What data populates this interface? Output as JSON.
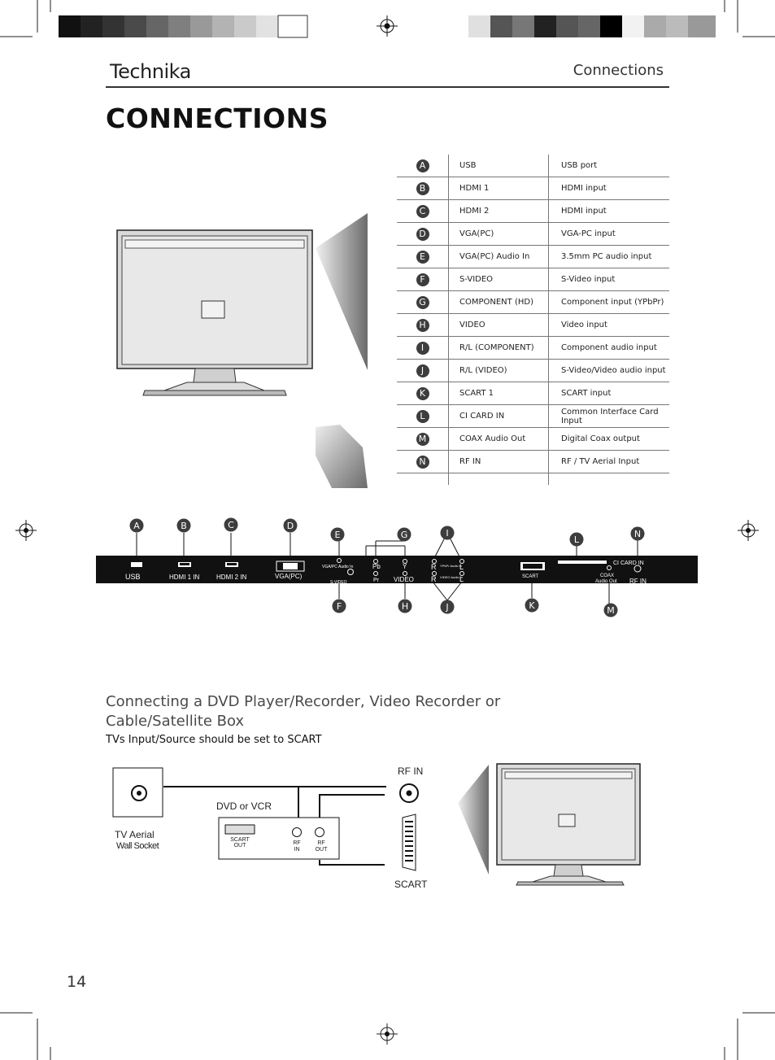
{
  "header": {
    "brand": "Technika",
    "section": "Connections"
  },
  "page_title": "CONNECTIONS",
  "connection_table": [
    {
      "letter": "A",
      "port": "USB",
      "description": "USB port"
    },
    {
      "letter": "B",
      "port": "HDMI 1",
      "description": "HDMI input"
    },
    {
      "letter": "C",
      "port": "HDMI 2",
      "description": "HDMI input"
    },
    {
      "letter": "D",
      "port": "VGA(PC)",
      "description": "VGA-PC input"
    },
    {
      "letter": "E",
      "port": "VGA(PC) Audio In",
      "description": "3.5mm PC audio input"
    },
    {
      "letter": "F",
      "port": "S-VIDEO",
      "description": "S-Video input"
    },
    {
      "letter": "G",
      "port": "COMPONENT (HD)",
      "description": "Component  input (YPbPr)"
    },
    {
      "letter": "H",
      "port": "VIDEO",
      "description": "Video input"
    },
    {
      "letter": "I",
      "port": "R/L (COMPONENT)",
      "description": "Component audio input"
    },
    {
      "letter": "J",
      "port": "R/L (VIDEO)",
      "description": "S-Video/Video audio input"
    },
    {
      "letter": "K",
      "port": "SCART 1",
      "description": "SCART input"
    },
    {
      "letter": "L",
      "port": "CI CARD IN",
      "description": "Common Interface Card Input"
    },
    {
      "letter": "M",
      "port": "COAX Audio Out",
      "description": "Digital Coax output"
    },
    {
      "letter": "N",
      "port": "RF IN",
      "description": "RF / TV Aerial Input"
    }
  ],
  "panel": {
    "usb": "USB",
    "hdmi1": "HDMI 1 IN",
    "hdmi2": "HDMI 2 IN",
    "vga": "VGA(PC)",
    "vga_audio": "VGA/PC Audio In",
    "svideo": "S-VIDEO",
    "pb": "Pb",
    "pr": "Pr",
    "y": "Y",
    "video": "VIDEO",
    "r": "R",
    "l": "L",
    "ypbpr_audio": "YPbPr Audio in",
    "video_audio": "VIDEO Audio in",
    "scart": "SCART",
    "ci_card": "CI CARD IN",
    "coax": "COAX",
    "audio_out": "Audio Out",
    "rf_in": "RF IN"
  },
  "subsection": {
    "title": "Connecting a DVD Player/Recorder, Video Recorder or Cable/Satellite Box",
    "note": "TVs Input/Source should be set to SCART"
  },
  "diagram2": {
    "rf_in": "RF IN",
    "scart": "SCART",
    "dvd_vcr": "DVD or VCR",
    "aerial_line1": "TV Aerial",
    "aerial_line2": "Wall Socket",
    "scart_out_1": "SCART",
    "scart_out_2": "OUT",
    "rf_in_1": "RF",
    "rf_in_2": "IN",
    "rf_out_1": "RF",
    "rf_out_2": "OUT"
  },
  "page_number": "14",
  "colors": {
    "ink": "#1a1a1a",
    "panel": "#111111",
    "badge": "#3d3d3d"
  }
}
